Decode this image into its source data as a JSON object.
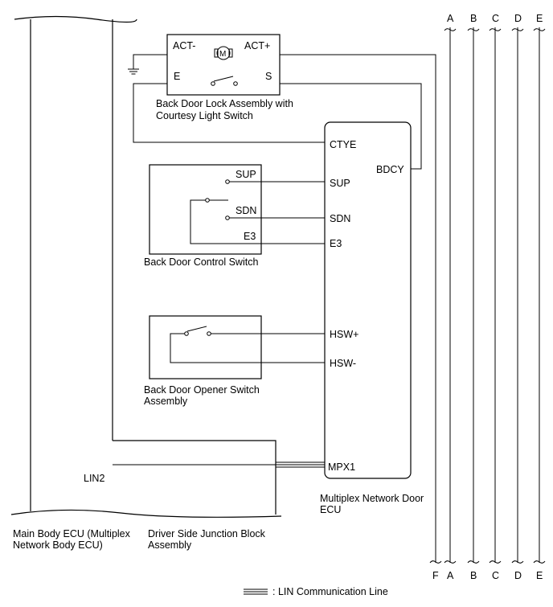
{
  "bus_letters": {
    "A": "A",
    "B": "B",
    "C": "C",
    "D": "D",
    "E": "E",
    "F": "F"
  },
  "lock_assembly": {
    "act_minus": "ACT-",
    "act_plus": "ACT+",
    "e": "E",
    "s": "S",
    "motor": "M",
    "name_line1": "Back Door Lock Assembly with",
    "name_line2": "Courtesy Light Switch"
  },
  "door_ecu": {
    "ctye": "CTYE",
    "bdcy": "BDCY",
    "sup": "SUP",
    "sdn": "SDN",
    "e3": "E3",
    "hsw_plus": "HSW+",
    "hsw_minus": "HSW-",
    "mpx1": "MPX1",
    "name_line1": "Multiplex Network Door",
    "name_line2": "ECU"
  },
  "control_switch": {
    "sup": "SUP",
    "sdn": "SDN",
    "e3": "E3",
    "name": "Back Door Control Switch"
  },
  "opener_switch": {
    "name_line1": "Back Door Opener Switch",
    "name_line2": "Assembly"
  },
  "main_body_ecu": {
    "name_line1": "Main Body ECU (Multiplex",
    "name_line2": "Network Body ECU)"
  },
  "junction_block": {
    "lin2": "LIN2",
    "name_line1": "Driver Side Junction Block",
    "name_line2": "Assembly"
  },
  "legend": {
    "text": ": LIN Communication Line"
  }
}
